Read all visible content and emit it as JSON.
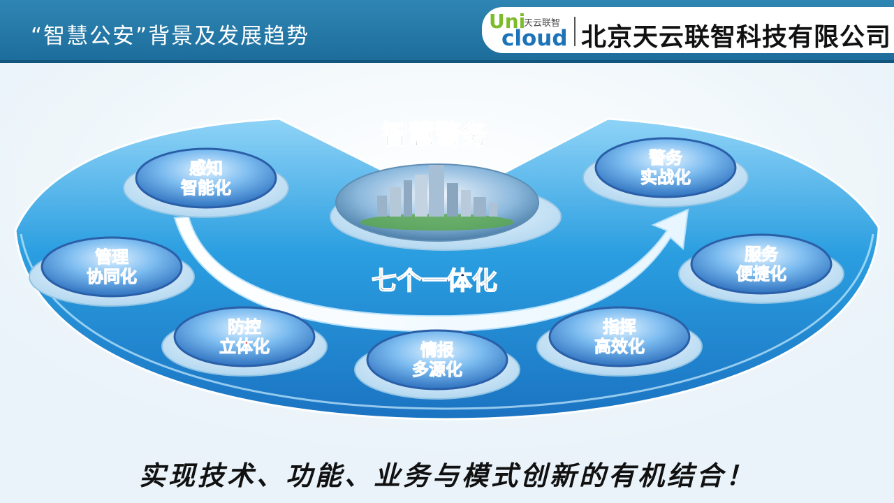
{
  "header": {
    "title": "“智慧公安”背景及发展趋势",
    "logo": {
      "uni": "Uni",
      "sub": "天云联智",
      "cloud": "cloud"
    },
    "company": "北京天云联智科技有限公司"
  },
  "diagram": {
    "top_label": "智慧警务",
    "center_label": "七个一体化",
    "nodes": [
      {
        "id": "ganzhi",
        "line1": "感知",
        "line2": "智能化"
      },
      {
        "id": "guanli",
        "line1": "管理",
        "line2": "协同化"
      },
      {
        "id": "fangkong",
        "line1": "防控",
        "line2": "立体化"
      },
      {
        "id": "qingbao",
        "line1": "情报",
        "line2": "多源化"
      },
      {
        "id": "zhihui",
        "line1": "指挥",
        "line2": "高效化"
      },
      {
        "id": "fuwu",
        "line1": "服务",
        "line2": "便捷化"
      },
      {
        "id": "jingwu",
        "line1": "警务",
        "line2": "实战化"
      }
    ],
    "colors": {
      "fan": "#2a9ee0",
      "disc": "#2f7fcf",
      "node_text": "#d81818",
      "label": "#0b2a5a"
    }
  },
  "footer": {
    "slogan": "实现技术、功能、业务与模式创新的有机结合！"
  }
}
